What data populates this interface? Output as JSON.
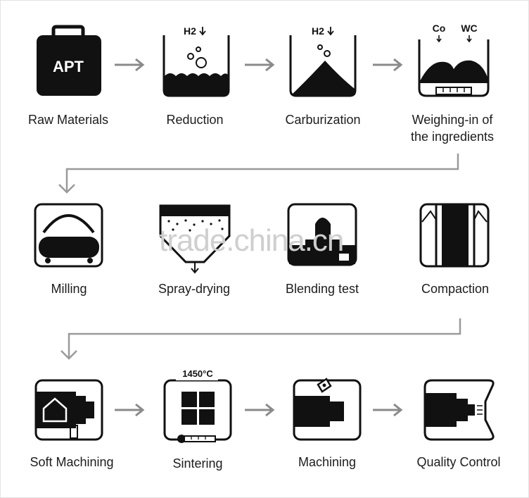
{
  "steps": [
    {
      "label": "Raw Materials",
      "icon": "apt-bag-icon",
      "badge": "APT"
    },
    {
      "label": "Reduction",
      "icon": "reduction-vessel-icon",
      "gas": "H2"
    },
    {
      "label": "Carburization",
      "icon": "carburization-vessel-icon",
      "gas": "H2"
    },
    {
      "label": "Weighing-in of",
      "label2": "the ingredients",
      "icon": "weighing-scale-icon",
      "left": "Co",
      "right": "WC"
    },
    {
      "label": "Milling",
      "icon": "milling-drum-icon"
    },
    {
      "label": "Spray-drying",
      "icon": "spray-dryer-icon"
    },
    {
      "label": "Blending test",
      "icon": "blending-test-icon"
    },
    {
      "label": "Compaction",
      "icon": "compaction-press-icon"
    },
    {
      "label": "Soft Machining",
      "icon": "soft-machining-icon"
    },
    {
      "label": "Sintering",
      "icon": "sintering-furnace-icon",
      "temp": "1450°C"
    },
    {
      "label": "Machining",
      "icon": "machining-icon"
    },
    {
      "label": "Quality Control",
      "icon": "quality-control-icon"
    }
  ],
  "watermark": "trade.china.cn",
  "colors": {
    "ink": "#111111",
    "arrow": "#8a8a8a",
    "line": "#9a9a9a"
  }
}
